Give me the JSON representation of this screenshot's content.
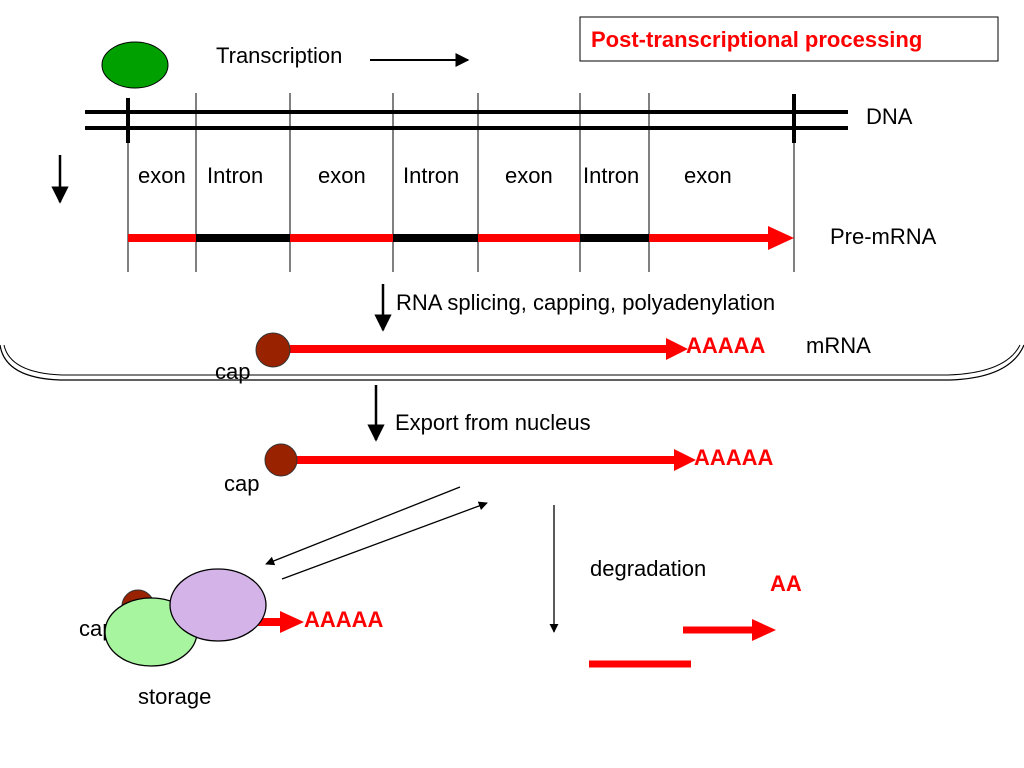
{
  "title": "Post-transcriptional processing",
  "colors": {
    "exon": "#ff0000",
    "intron": "#000000",
    "polymerase": "#00a000",
    "cap": "#992200",
    "ribosome_large": "#d4b4e8",
    "ribosome_small": "#a8f5a0",
    "accent_text": "#ff0000"
  },
  "dna": {
    "label": "DNA",
    "transcription_label": "Transcription",
    "segments": [
      "exon",
      "Intron",
      "exon",
      "Intron",
      "exon",
      "Intron",
      "exon"
    ]
  },
  "pre_mrna": {
    "label": "Pre-mRNA"
  },
  "step1": {
    "label": "RNA splicing, capping, polyadenylation"
  },
  "mrna_nucleus": {
    "label": "mRNA",
    "cap_label": "cap",
    "tail": "AAAAA"
  },
  "step2": {
    "label": "Export from nucleus"
  },
  "mrna_cytoplasm": {
    "cap_label": "cap",
    "tail": "AAAAA"
  },
  "storage": {
    "label": "storage",
    "cap_label": "cap",
    "tail": "AAAAA"
  },
  "degradation": {
    "label": "degradation",
    "tail": "AA"
  }
}
